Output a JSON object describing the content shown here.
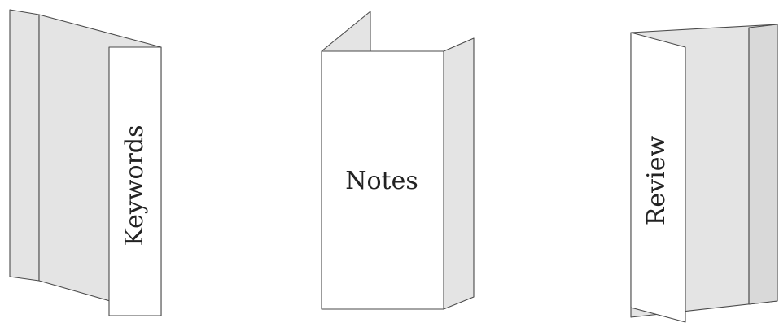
{
  "colors": {
    "panel_front": "#ffffff",
    "panel_shade": "#e4e4e4",
    "outline": "#4a4a4a",
    "text": "#222222"
  },
  "foldables": [
    {
      "label": "Keywords",
      "text_orientation": "vertical-up"
    },
    {
      "label": "Notes",
      "text_orientation": "horizontal"
    },
    {
      "label": "Review",
      "text_orientation": "vertical-up"
    }
  ]
}
